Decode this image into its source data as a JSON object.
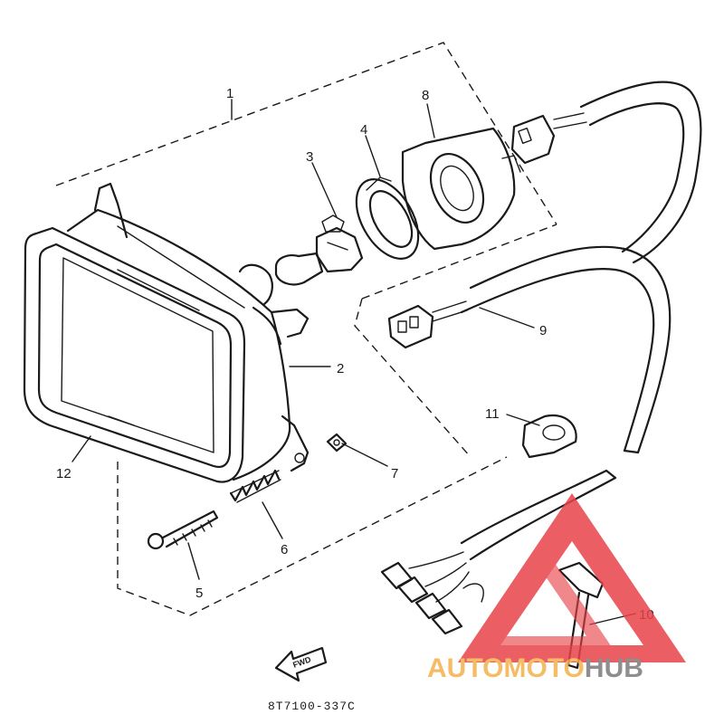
{
  "diagram": {
    "part_labels": [
      {
        "id": "label-1",
        "text": "1"
      },
      {
        "id": "label-2",
        "text": "2"
      },
      {
        "id": "label-3",
        "text": "3"
      },
      {
        "id": "label-4",
        "text": "4"
      },
      {
        "id": "label-5",
        "text": "5"
      },
      {
        "id": "label-6",
        "text": "6"
      },
      {
        "id": "label-7",
        "text": "7"
      },
      {
        "id": "label-8",
        "text": "8"
      },
      {
        "id": "label-9",
        "text": "9"
      },
      {
        "id": "label-10",
        "text": "10"
      },
      {
        "id": "label-11",
        "text": "11"
      },
      {
        "id": "label-12",
        "text": "12"
      }
    ],
    "arrow_text": "FWD",
    "drawing_code": "8T7100-337C"
  },
  "watermark": {
    "part_a": "AUTOMOTO",
    "part_b": "HUB",
    "colors": {
      "triangle": "#e8434a",
      "text_a": "#f3b24b",
      "text_b": "#7b7b7b"
    }
  }
}
